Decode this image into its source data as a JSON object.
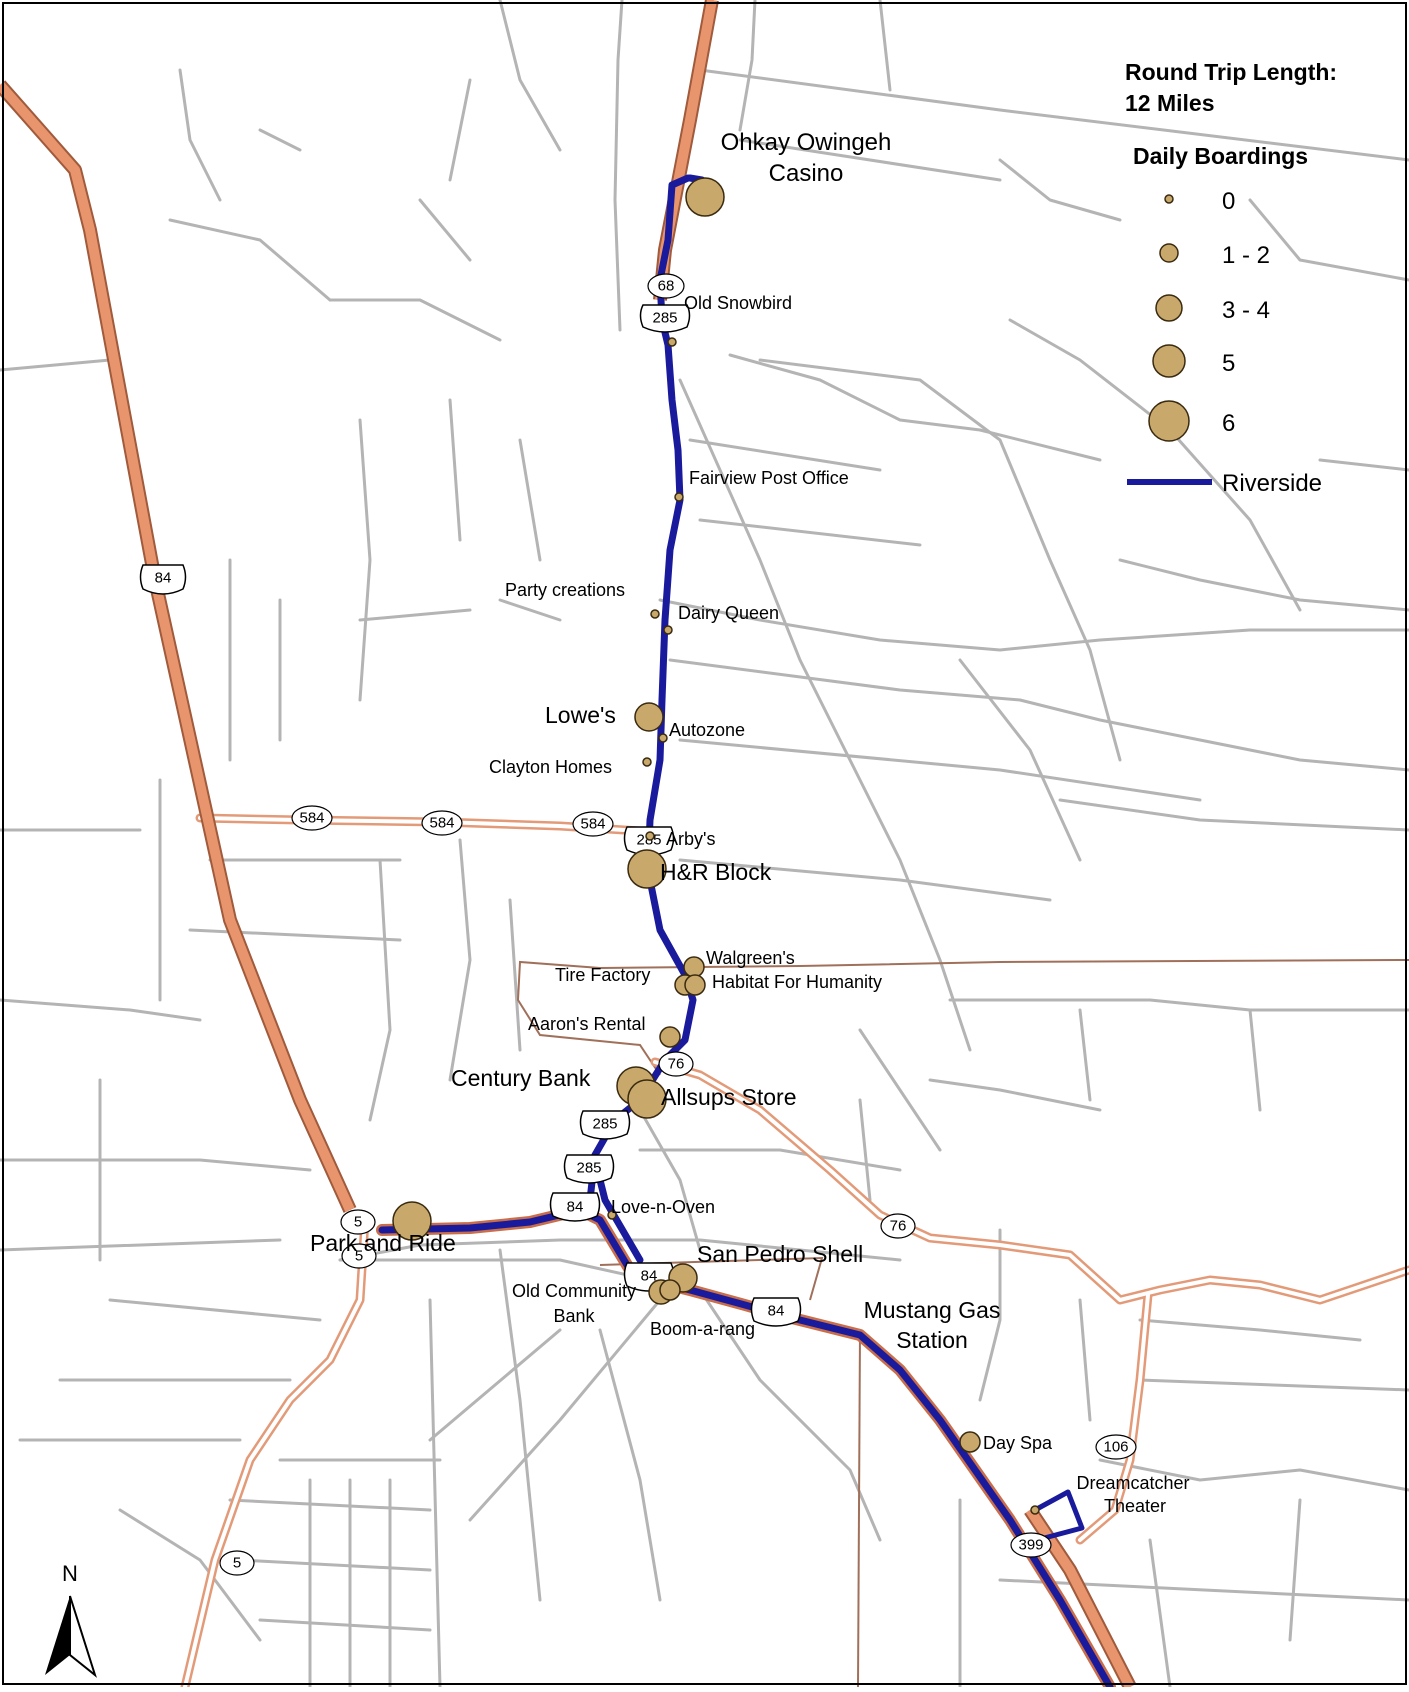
{
  "legend": {
    "trip_title_line1": "Round Trip Length:",
    "trip_title_line2": "12 Miles",
    "boardings_title": "Daily Boardings",
    "classes": [
      {
        "label": "0"
      },
      {
        "label": "1 - 2"
      },
      {
        "label": "3 - 4"
      },
      {
        "label": "5"
      },
      {
        "label": "6"
      }
    ],
    "route_label": "Riverside"
  },
  "north_arrow": {
    "label": "N"
  },
  "colors": {
    "route": "#1a1a9c",
    "highway": "#e8956d",
    "highway_edge": "#a05a3c",
    "state_road": "#f5c3a8",
    "local_road": "#b4b4b4",
    "stop_fill": "#c8a96b",
    "boundary": "#a0705a"
  },
  "stops": [
    {
      "label": "Ohkay Owingeh",
      "label2": "Casino",
      "boardings_class": 6
    },
    {
      "label": "Old Snowbird",
      "boardings_class": 0
    },
    {
      "label": "Fairview Post Office",
      "boardings_class": 0
    },
    {
      "label": "Party creations",
      "boardings_class": 0
    },
    {
      "label": "Dairy Queen",
      "boardings_class": 0
    },
    {
      "label": "Lowe's",
      "boardings_class": 5
    },
    {
      "label": "Autozone",
      "boardings_class": 0
    },
    {
      "label": "Clayton Homes",
      "boardings_class": 0
    },
    {
      "label": "Arby's",
      "boardings_class": 0
    },
    {
      "label": "H&R Block",
      "boardings_class": 6
    },
    {
      "label": "Walgreen's",
      "boardings_class": 2
    },
    {
      "label": "Tire Factory",
      "boardings_class": 2
    },
    {
      "label": "Habitat For Humanity",
      "boardings_class": 2
    },
    {
      "label": "Aaron's Rental",
      "boardings_class": 2
    },
    {
      "label": "Century Bank",
      "boardings_class": 6
    },
    {
      "label": "Allsups Store",
      "boardings_class": 6
    },
    {
      "label": "Love-n-Oven",
      "boardings_class": 0
    },
    {
      "label": "Park and Ride",
      "boardings_class": 6
    },
    {
      "label": "San Pedro Shell",
      "boardings_class": 5
    },
    {
      "label": "Old Community",
      "label2": "Bank",
      "boardings_class": 3
    },
    {
      "label": "Boom-a-rang",
      "boardings_class": 2
    },
    {
      "label": "Mustang Gas",
      "label2": "Station",
      "boardings_class": 0
    },
    {
      "label": "Day Spa",
      "boardings_class": 2
    },
    {
      "label": "Dreamcatcher",
      "label2": "Theater",
      "boardings_class": 0
    }
  ],
  "shields": [
    {
      "route": "68",
      "type": "state"
    },
    {
      "route": "285",
      "type": "us"
    },
    {
      "route": "84",
      "type": "us"
    },
    {
      "route": "584",
      "type": "state"
    },
    {
      "route": "584",
      "type": "state"
    },
    {
      "route": "584",
      "type": "state"
    },
    {
      "route": "285",
      "type": "us"
    },
    {
      "route": "76",
      "type": "state"
    },
    {
      "route": "285",
      "type": "us"
    },
    {
      "route": "285",
      "type": "us"
    },
    {
      "route": "84",
      "type": "us"
    },
    {
      "route": "5",
      "type": "state"
    },
    {
      "route": "5",
      "type": "state"
    },
    {
      "route": "76",
      "type": "state"
    },
    {
      "route": "84",
      "type": "us"
    },
    {
      "route": "84",
      "type": "us"
    },
    {
      "route": "106",
      "type": "state"
    },
    {
      "route": "399",
      "type": "state"
    },
    {
      "route": "5",
      "type": "state"
    }
  ]
}
